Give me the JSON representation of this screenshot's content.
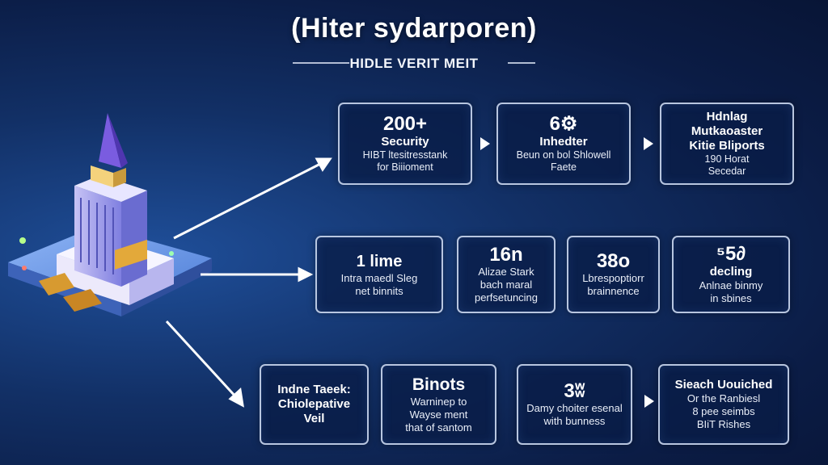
{
  "header": {
    "title": "(Hiter sydarporen)",
    "subtitle": "HIDLE VERIT MEIT"
  },
  "rows": [
    {
      "cards": [
        {
          "lines": [
            "200+",
            "Security",
            "HIBT ltesitresstank",
            "for Biiioment"
          ]
        },
        {
          "lines": [
            "6⚙",
            "Inhedter",
            "Beun on bol Shlowell",
            "Faete"
          ]
        },
        {
          "lines": [
            "Hdnlag",
            "Mutkaoaster",
            "Kitie Bliports",
            "190 Horat",
            "Secedar"
          ]
        }
      ]
    },
    {
      "cards": [
        {
          "lines": [
            "1 lime",
            "Intra maedl Sleg",
            "net binnits"
          ]
        },
        {
          "lines": [
            "16n",
            "Alizae Stark",
            "bach maral",
            "perfsetuncing"
          ]
        },
        {
          "lines": [
            "38o",
            "Lbrespoptiorr",
            "brainnence"
          ]
        },
        {
          "lines": [
            "⁵5∂",
            "decling",
            "Anlnae binmy",
            "in sbines"
          ]
        }
      ]
    },
    {
      "cards": [
        {
          "lines": [
            "Indne Taeek:",
            "Chiolepative",
            "Veil"
          ]
        },
        {
          "lines": [
            "Binots",
            "Warninep to",
            "Wayse ment",
            "that of santom"
          ]
        },
        {
          "lines": [
            "3ʬ",
            "Damy choiter esenal",
            "with bunness"
          ]
        },
        {
          "lines": [
            "Sieach Uouiched",
            "Or the Ranbiesl",
            "8 pee seimbs",
            "BIiT Rishes"
          ]
        }
      ]
    }
  ],
  "colors": {
    "background": "#0b1c45",
    "card_border": "#d7e4fa",
    "accent_purple": "#6b4fd6",
    "accent_gold": "#e3a93a"
  }
}
